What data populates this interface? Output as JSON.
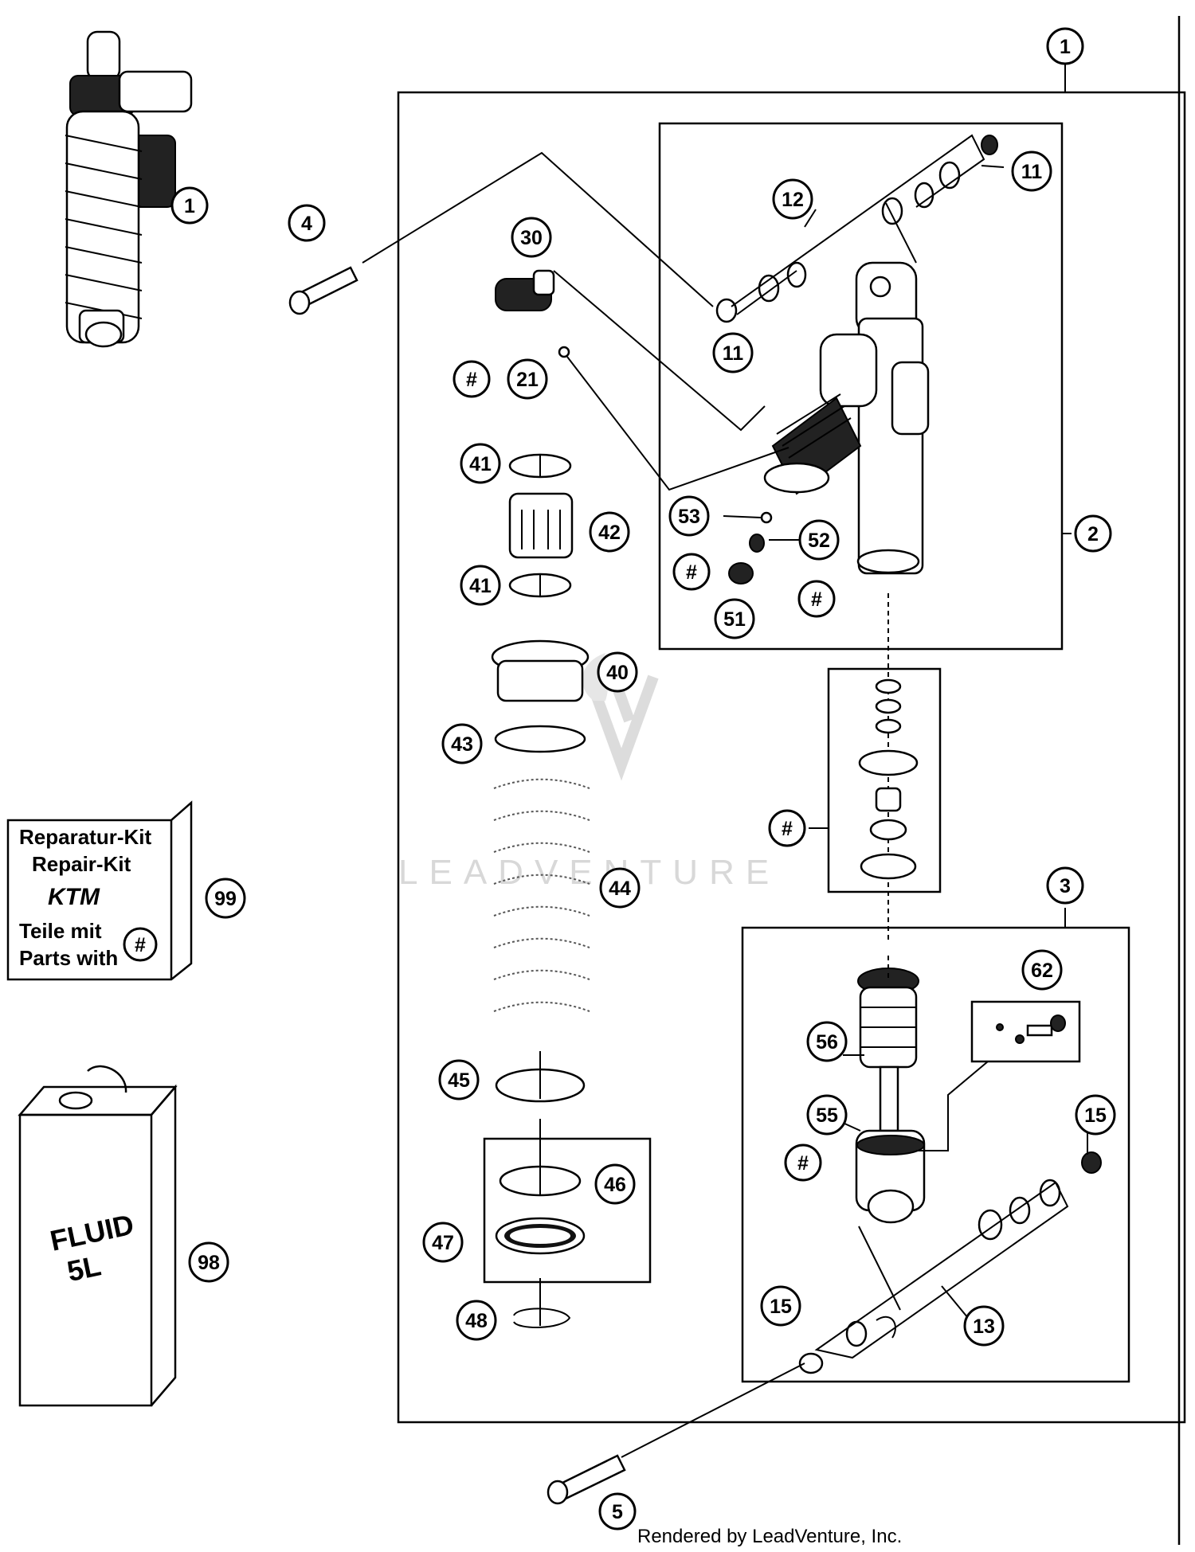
{
  "diagram": {
    "callouts": [
      {
        "id": "c1-main",
        "label": "1"
      },
      {
        "id": "c1-top",
        "label": "1"
      },
      {
        "id": "c2",
        "label": "2"
      },
      {
        "id": "c3",
        "label": "3"
      },
      {
        "id": "c4",
        "label": "4"
      },
      {
        "id": "c5",
        "label": "5"
      },
      {
        "id": "c11-top",
        "label": "11"
      },
      {
        "id": "c11-mid",
        "label": "11"
      },
      {
        "id": "c12",
        "label": "12"
      },
      {
        "id": "c13",
        "label": "13"
      },
      {
        "id": "c15-right",
        "label": "15"
      },
      {
        "id": "c15-left",
        "label": "15"
      },
      {
        "id": "c21",
        "label": "21"
      },
      {
        "id": "c30",
        "label": "30"
      },
      {
        "id": "c40",
        "label": "40"
      },
      {
        "id": "c41-top",
        "label": "41"
      },
      {
        "id": "c41-bot",
        "label": "41"
      },
      {
        "id": "c42",
        "label": "42"
      },
      {
        "id": "c43",
        "label": "43"
      },
      {
        "id": "c44",
        "label": "44"
      },
      {
        "id": "c45",
        "label": "45"
      },
      {
        "id": "c46",
        "label": "46"
      },
      {
        "id": "c47",
        "label": "47"
      },
      {
        "id": "c48",
        "label": "48"
      },
      {
        "id": "c51",
        "label": "51"
      },
      {
        "id": "c52",
        "label": "52"
      },
      {
        "id": "c53",
        "label": "53"
      },
      {
        "id": "c55",
        "label": "55"
      },
      {
        "id": "c56",
        "label": "56"
      },
      {
        "id": "c62",
        "label": "62"
      },
      {
        "id": "c98",
        "label": "98"
      },
      {
        "id": "c99",
        "label": "99"
      },
      {
        "id": "hash-21",
        "label": "#"
      },
      {
        "id": "hash-51",
        "label": "#"
      },
      {
        "id": "hash-52",
        "label": "#"
      },
      {
        "id": "hash-kit",
        "label": "#"
      },
      {
        "id": "hash-55",
        "label": "#"
      }
    ],
    "repair_kit": {
      "line1": "Reparatur-Kit",
      "line2": "Repair-Kit",
      "brand": "KTM",
      "line3": "Teile mit",
      "line4": "Parts with",
      "symbol": "#"
    },
    "fluid_can": {
      "line1": "FLUID",
      "line2": "5L"
    },
    "watermark": "LEADVENTURE",
    "footer": "Rendered by LeadVenture, Inc."
  }
}
